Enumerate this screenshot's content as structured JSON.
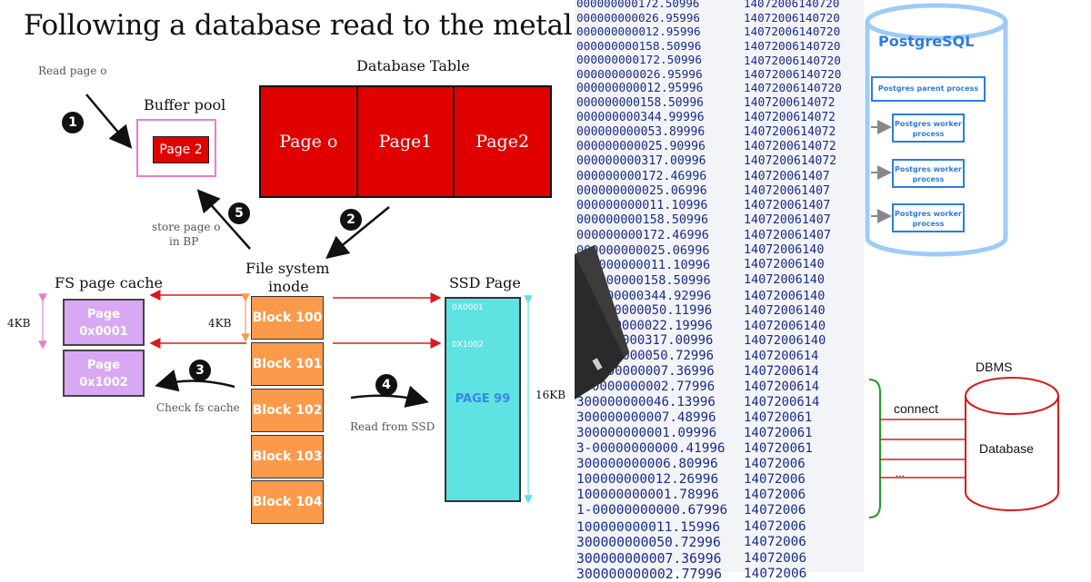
{
  "left": {
    "title": "Following a database read to the metal",
    "read_page": "Read page o",
    "buffer_pool": "Buffer pool",
    "buffer_page": "Page 2",
    "database_table": "Database Table",
    "table_pages": [
      "Page o",
      "Page1",
      "Page2"
    ],
    "store_page": "store page o",
    "in_bp": "in BP",
    "fs_inode_1": "File system",
    "fs_inode_2": "inode",
    "fs_cache_title": "FS page cache",
    "fs_pages": [
      {
        "line1": "Page",
        "line2": "0x0001"
      },
      {
        "line1": "Page",
        "line2": "0x1002"
      }
    ],
    "size_4kb_left": "4KB",
    "size_4kb_mid": "4KB",
    "blocks": [
      "Block 100",
      "Block 101",
      "Block 102",
      "Block 103",
      "Block 104"
    ],
    "check_fs_cache": "Check fs cache",
    "read_from_ssd": "Read from SSD",
    "ssd_title": "SSD Page",
    "ssd_addr_1": "0X0001",
    "ssd_addr_2": "0X1002",
    "ssd_page": "PAGE 99",
    "size_16kb": "16KB",
    "steps": [
      "1",
      "2",
      "3",
      "4",
      "5"
    ],
    "colors": {
      "red": "#e00000",
      "orange": "#fb9a4a",
      "lavender": "#d9a8f5",
      "cyan": "#5ee2e2",
      "pink": "#e67ed6",
      "arrow_red": "#d81b1b"
    }
  },
  "middle": {
    "left_numbers": [
      "000000000172.50996",
      "000000000026.95996",
      "000000000012.95996",
      "000000000158.50996",
      "000000000172.50996",
      "000000000026.95996",
      "000000000012.95996",
      "000000000158.50996",
      "000000000344.99996",
      "000000000053.89996",
      "000000000025.90996",
      "000000000317.00996",
      "000000000172.46996",
      "000000000025.06996",
      "000000000011.10996",
      "000000000158.50996",
      "000000000172.46996",
      "000000000025.06996",
      "000000000011.10996",
      "000000000158.50996",
      "000000000344.92996",
      "000000000050.11996",
      "000000000022.19996",
      "000000000317.00996",
      "000000000050.72996",
      "000000000007.36996",
      "000000000002.77996",
      "300000000046.13996",
      "300000000007.48996",
      "300000000001.09996",
      "3-00000000000.41996",
      "300000000006.80996",
      "100000000012.26996",
      "100000000001.78996",
      "1-00000000000.67996",
      "100000000011.15996",
      "300000000050.72996",
      "300000000007.36996",
      "300000000002.77996"
    ],
    "right_numbers": [
      "14072006140720",
      "14072006140720",
      "14072006140720",
      "14072006140720",
      "14072006140720",
      "14072006140720",
      "14072006140720",
      "1407200614072",
      "1407200614072",
      "1407200614072",
      "1407200614072",
      "1407200614072",
      "140720061407",
      "140720061407",
      "140720061407",
      "140720061407",
      "140720061407",
      "14072006140",
      "14072006140",
      "14072006140",
      "14072006140",
      "14072006140",
      "14072006140",
      "14072006140",
      "1407200614",
      "1407200614",
      "1407200614",
      "1407200614",
      "140720061",
      "140720061",
      "140720061",
      "14072006",
      "14072006",
      "14072006",
      "14072006",
      "14072006",
      "14072006",
      "14072006",
      "14072006"
    ]
  },
  "postgres": {
    "title": "PostgreSQL",
    "parent": "Postgres parent process",
    "workers": [
      {
        "line1": "Postgres worker",
        "line2": "process"
      },
      {
        "line1": "Postgres worker",
        "line2": "process"
      },
      {
        "line1": "Postgres worker",
        "line2": "process"
      }
    ],
    "colors": {
      "blue": "#2b7de0",
      "cylinder": "#9fcbf5"
    }
  },
  "dbms": {
    "title": "DBMS",
    "connect": "connect",
    "database": "Database",
    "ellipsis": "...",
    "colors": {
      "red": "#d81b1b",
      "green": "#1e9a2a"
    }
  }
}
